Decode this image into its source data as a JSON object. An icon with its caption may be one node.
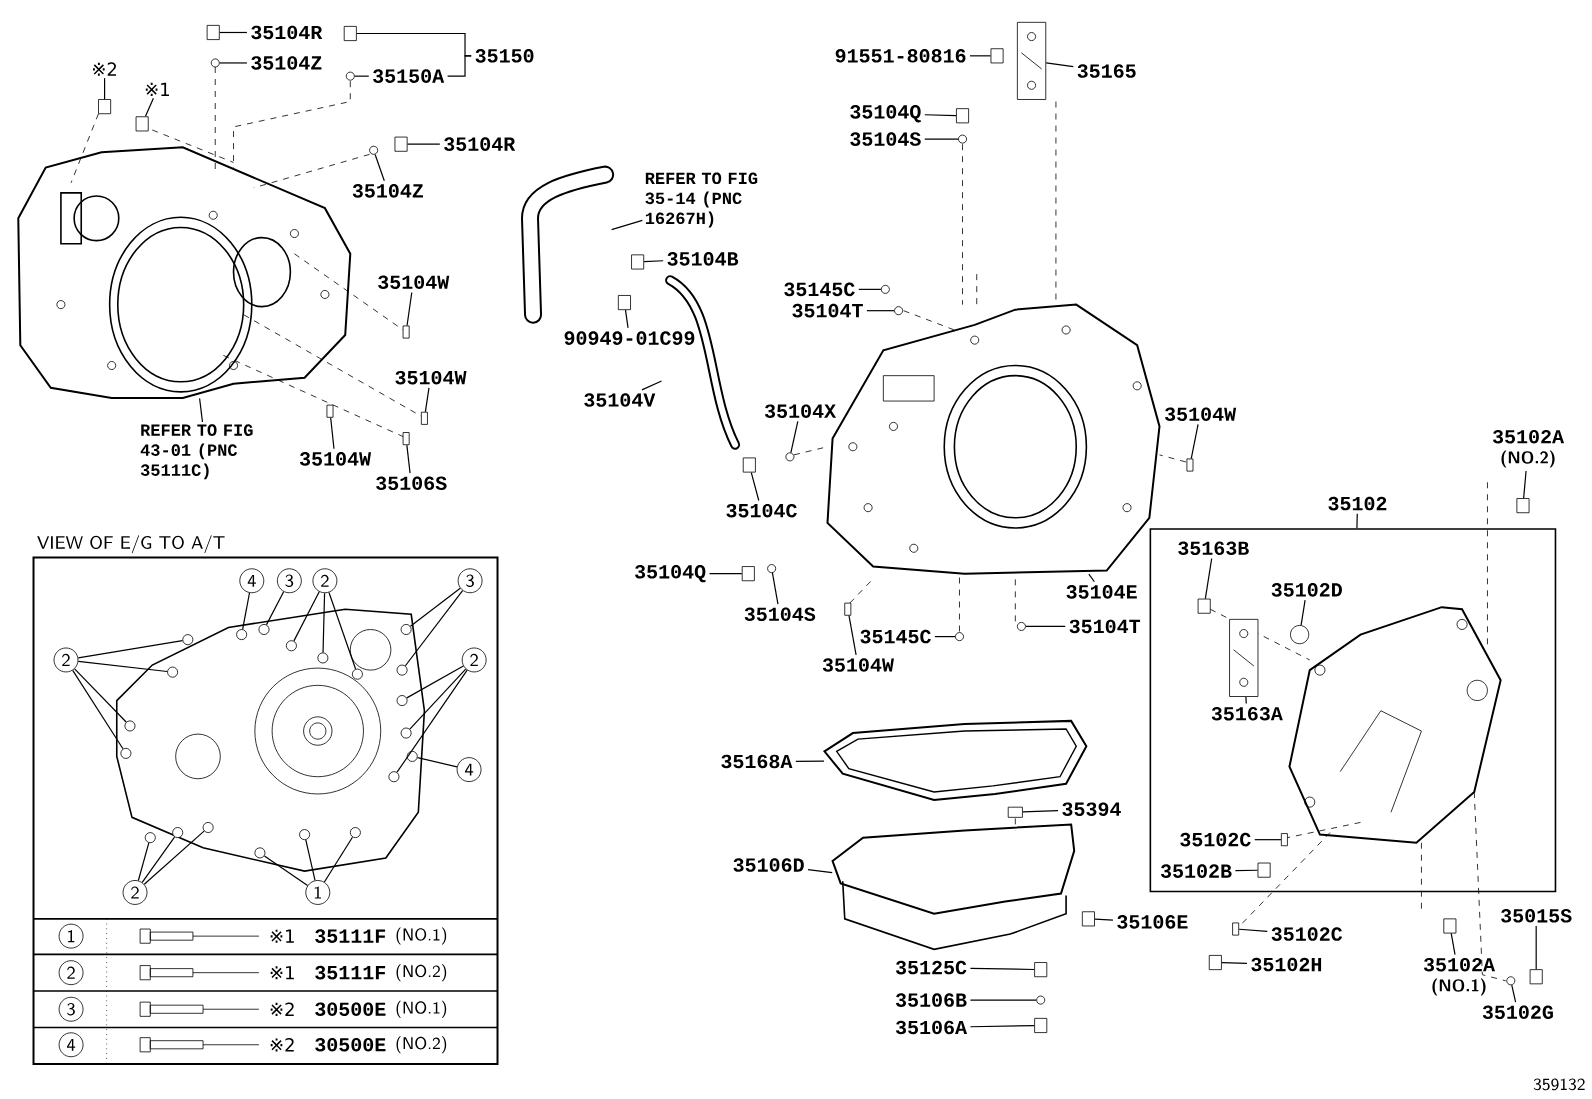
{
  "diagram": {
    "nodes": [
      {
        "text": [
          "※2"
        ]
      },
      {
        "text": [
          "※1"
        ]
      },
      {
        "text": [
          "35104R"
        ]
      },
      {
        "text": [
          "35104Z"
        ]
      },
      {
        "text": [
          "35150"
        ]
      },
      {
        "text": [
          "35150A"
        ]
      },
      {
        "text": [
          "35104R"
        ]
      },
      {
        "text": [
          "35104Z"
        ]
      },
      {
        "text": [
          "35104W"
        ]
      },
      {
        "text": [
          "35104W"
        ]
      },
      {
        "text": [
          "35104W"
        ]
      },
      {
        "text": [
          "35106S"
        ]
      },
      {
        "text": [
          "REFER TO FIG 43-01 (PNC 35111C)"
        ]
      },
      {
        "text": [
          "REFER TO FIG 35-14 (PNC 16267H)"
        ]
      },
      {
        "text": [
          "35104B"
        ]
      },
      {
        "text": [
          "90949-01C99"
        ]
      },
      {
        "text": [
          "35104V"
        ]
      },
      {
        "text": [
          "91551-80816"
        ]
      },
      {
        "text": [
          "35165"
        ]
      },
      {
        "text": [
          "35104Q"
        ]
      },
      {
        "text": [
          "35104S"
        ]
      },
      {
        "text": [
          "35145C"
        ]
      },
      {
        "text": [
          "35104T"
        ]
      },
      {
        "text": [
          "35104X"
        ]
      },
      {
        "text": [
          "35104C"
        ]
      },
      {
        "text": [
          "35104W"
        ]
      },
      {
        "text": [
          "35102A",
          "(NO.2)"
        ]
      },
      {
        "text": [
          "35102"
        ]
      },
      {
        "text": [
          "35104Q"
        ]
      },
      {
        "text": [
          "35104S"
        ]
      },
      {
        "text": [
          "35104E"
        ]
      },
      {
        "text": [
          "35145C"
        ]
      },
      {
        "text": [
          "35104W"
        ]
      },
      {
        "text": [
          "35104T"
        ]
      },
      {
        "text": [
          "35163B"
        ],
        "in": 87
      },
      {
        "text": [
          "35102D"
        ],
        "in": 87
      },
      {
        "text": [
          "35163A"
        ],
        "in": 87
      },
      {
        "text": [
          "35168A"
        ]
      },
      {
        "text": [
          "35394"
        ]
      },
      {
        "text": [
          "35106D"
        ]
      },
      {
        "text": [
          "35106E"
        ]
      },
      {
        "text": [
          "35125C"
        ]
      },
      {
        "text": [
          "35106B"
        ]
      },
      {
        "text": [
          "35106A"
        ]
      },
      {
        "text": [
          "35102C"
        ],
        "in": 87
      },
      {
        "text": [
          "35102B"
        ],
        "in": 87
      },
      {
        "text": [
          "35102C"
        ]
      },
      {
        "text": [
          "35102H"
        ]
      },
      {
        "text": [
          "35102A",
          "(NO.1)"
        ]
      },
      {
        "text": [
          "35015S"
        ]
      },
      {
        "text": [
          "35102G"
        ]
      },
      {
        "text": [
          "4"
        ]
      },
      {
        "text": [
          "3"
        ]
      },
      {
        "text": [
          "2"
        ]
      },
      {
        "text": [
          "3"
        ]
      },
      {
        "text": [
          "2"
        ]
      },
      {
        "text": [
          "2"
        ]
      },
      {
        "text": [
          "4"
        ]
      },
      {
        "text": [
          "2"
        ]
      },
      {
        "text": [
          "1"
        ]
      },
      {
        "text": [],
        "shape": "box"
      },
      {
        "text": [],
        "shape": "box"
      },
      {
        "text": [],
        "shape": "box"
      },
      {
        "text": [],
        "shape": "circle"
      },
      {
        "text": [],
        "shape": "box"
      },
      {
        "text": [],
        "shape": "circle"
      },
      {
        "text": [],
        "shape": "box"
      },
      {
        "text": [],
        "shape": "circle"
      },
      {
        "text": [],
        "shape": "box"
      },
      {
        "text": [],
        "shape": "box"
      },
      {
        "text": [],
        "shape": "box"
      },
      {
        "text": [],
        "shape": "box"
      },
      {
        "text": [],
        "shape": "picture"
      },
      {
        "text": [],
        "shape": "picture"
      },
      {
        "text": [],
        "shape": "box"
      },
      {
        "text": [],
        "shape": "box"
      },
      {
        "text": [],
        "shape": "picture"
      },
      {
        "text": [],
        "shape": "box"
      },
      {
        "text": [],
        "shape": "picture"
      },
      {
        "text": [],
        "shape": "box"
      },
      {
        "text": [],
        "shape": "circle"
      },
      {
        "text": [],
        "shape": "circle"
      },
      {
        "text": [],
        "shape": "circle"
      },
      {
        "text": [],
        "shape": "circle"
      },
      {
        "text": [],
        "shape": "box"
      },
      {
        "text": [],
        "shape": "box"
      },
      {
        "text": [],
        "shape": "box"
      },
      {
        "text": [],
        "shape": "box"
      },
      {
        "text": [],
        "shape": "picture"
      },
      {
        "text": [],
        "shape": "box"
      },
      {
        "text": [],
        "shape": "circle"
      },
      {
        "text": [],
        "shape": "circle"
      },
      {
        "text": [],
        "shape": "box"
      },
      {
        "text": [],
        "shape": "circle"
      },
      {
        "text": [],
        "shape": "box",
        "in": 87
      },
      {
        "text": [],
        "shape": "circle",
        "in": 87
      },
      {
        "text": [],
        "shape": "picture",
        "in": 87
      },
      {
        "text": [],
        "shape": "picture"
      },
      {
        "text": [],
        "shape": "box"
      },
      {
        "text": [],
        "shape": "picture"
      },
      {
        "text": [],
        "shape": "box"
      },
      {
        "text": [],
        "shape": "box"
      },
      {
        "text": [],
        "shape": "circle"
      },
      {
        "text": [],
        "shape": "box"
      },
      {
        "text": [],
        "shape": "box",
        "in": 87
      },
      {
        "text": [],
        "shape": "box",
        "in": 87
      },
      {
        "text": [],
        "shape": "box"
      },
      {
        "text": [],
        "shape": "box"
      },
      {
        "text": [],
        "shape": "box"
      },
      {
        "text": [],
        "shape": "box"
      },
      {
        "text": [],
        "shape": "circle"
      },
      {
        "text": [],
        "shape": "picture"
      },
      {
        "text": [],
        "shape": "circle",
        "in": 111
      },
      {
        "text": [],
        "shape": "circle",
        "in": 111
      },
      {
        "text": [],
        "shape": "circle",
        "in": 111
      },
      {
        "text": [],
        "shape": "circle",
        "in": 111
      },
      {
        "text": [],
        "shape": "circle",
        "in": 111
      },
      {
        "text": [],
        "shape": "circle",
        "in": 111
      },
      {
        "text": [],
        "shape": "circle",
        "in": 111
      },
      {
        "text": [],
        "shape": "circle",
        "in": 111
      },
      {
        "text": [],
        "shape": "circle",
        "in": 111
      },
      {
        "text": [],
        "shape": "circle",
        "in": 111
      },
      {
        "text": [],
        "shape": "circle",
        "in": 111
      },
      {
        "text": [],
        "shape": "circle",
        "in": 111
      },
      {
        "text": [],
        "shape": "circle",
        "in": 111
      },
      {
        "text": [],
        "shape": "circle",
        "in": 111
      },
      {
        "text": [],
        "shape": "circle",
        "in": 111
      },
      {
        "text": [],
        "shape": "circle",
        "in": 111
      },
      {
        "text": [],
        "shape": "circle",
        "in": 111
      },
      {
        "text": [],
        "shape": "circle",
        "in": 111
      },
      {
        "text": [],
        "shape": "circle",
        "in": 111
      },
      {
        "text": [],
        "shape": "circle",
        "in": 111
      },
      {
        "text": [],
        "shape": "circle",
        "in": 111
      }
    ],
    "edges": [
      {
        "from": 0,
        "to": 60,
        "arrow": "none"
      },
      {
        "from": 1,
        "to": 61,
        "arrow": "none"
      },
      {
        "from": 2,
        "to": 62,
        "arrow": "none"
      },
      {
        "from": 3,
        "to": 63,
        "arrow": "none"
      },
      {
        "from": 4,
        "to": 64,
        "arrow": "none"
      },
      {
        "from": 4,
        "to": 5,
        "arrow": "none"
      },
      {
        "from": 5,
        "to": 65,
        "arrow": "none"
      },
      {
        "from": 6,
        "to": 66,
        "arrow": "none"
      },
      {
        "from": 7,
        "to": 67,
        "arrow": "none"
      },
      {
        "from": 8,
        "to": 68,
        "arrow": "none"
      },
      {
        "from": 9,
        "to": 69,
        "arrow": "none"
      },
      {
        "from": 10,
        "to": 70,
        "arrow": "none"
      },
      {
        "from": 11,
        "to": 71,
        "arrow": "none"
      },
      {
        "from": 12,
        "to": 72,
        "arrow": "none"
      },
      {
        "from": 13,
        "to": 73,
        "arrow": "none"
      },
      {
        "from": 14,
        "to": 74,
        "arrow": "none"
      },
      {
        "from": 15,
        "to": 75,
        "arrow": "none"
      },
      {
        "from": 16,
        "to": 76,
        "arrow": "none"
      },
      {
        "from": 17,
        "to": 77,
        "arrow": "none"
      },
      {
        "from": 18,
        "to": 78,
        "arrow": "none"
      },
      {
        "from": 19,
        "to": 79,
        "arrow": "none"
      },
      {
        "from": 20,
        "to": 80,
        "arrow": "none"
      },
      {
        "from": 21,
        "to": 81,
        "arrow": "none"
      },
      {
        "from": 22,
        "to": 82,
        "arrow": "none"
      },
      {
        "from": 23,
        "to": 83,
        "arrow": "none"
      },
      {
        "from": 24,
        "to": 84,
        "arrow": "none"
      },
      {
        "from": 25,
        "to": 85,
        "arrow": "none"
      },
      {
        "from": 26,
        "to": 86,
        "arrow": "none"
      },
      {
        "from": 27,
        "to": 87,
        "arrow": "none"
      },
      {
        "from": 28,
        "to": 89,
        "arrow": "none"
      },
      {
        "from": 29,
        "to": 90,
        "arrow": "none"
      },
      {
        "from": 30,
        "to": 88,
        "arrow": "none"
      },
      {
        "from": 31,
        "to": 91,
        "arrow": "none"
      },
      {
        "from": 32,
        "to": 92,
        "arrow": "none"
      },
      {
        "from": 33,
        "to": 93,
        "arrow": "none"
      },
      {
        "from": 34,
        "to": 94,
        "arrow": "none"
      },
      {
        "from": 35,
        "to": 95,
        "arrow": "none"
      },
      {
        "from": 36,
        "to": 96,
        "arrow": "none"
      },
      {
        "from": 37,
        "to": 97,
        "arrow": "none"
      },
      {
        "from": 38,
        "to": 98,
        "arrow": "none"
      },
      {
        "from": 39,
        "to": 99,
        "arrow": "none"
      },
      {
        "from": 40,
        "to": 100,
        "arrow": "none"
      },
      {
        "from": 41,
        "to": 101,
        "arrow": "none"
      },
      {
        "from": 42,
        "to": 102,
        "arrow": "none"
      },
      {
        "from": 43,
        "to": 103,
        "arrow": "none"
      },
      {
        "from": 44,
        "to": 104,
        "arrow": "none"
      },
      {
        "from": 45,
        "to": 105,
        "arrow": "none"
      },
      {
        "from": 46,
        "to": 106,
        "arrow": "none"
      },
      {
        "from": 47,
        "to": 107,
        "arrow": "none"
      },
      {
        "from": 48,
        "to": 108,
        "arrow": "none"
      },
      {
        "from": 49,
        "to": 109,
        "arrow": "none"
      },
      {
        "from": 50,
        "to": 110,
        "arrow": "none"
      },
      {
        "from": 51,
        "to": 112,
        "arrow": "none"
      },
      {
        "from": 52,
        "to": 113,
        "arrow": "none"
      },
      {
        "from": 53,
        "to": 114,
        "arrow": "none"
      },
      {
        "from": 53,
        "to": 115,
        "arrow": "none"
      },
      {
        "from": 53,
        "to": 116,
        "arrow": "none"
      },
      {
        "from": 54,
        "to": 117,
        "arrow": "none"
      },
      {
        "from": 54,
        "to": 118,
        "arrow": "none"
      },
      {
        "from": 55,
        "to": 119,
        "arrow": "none"
      },
      {
        "from": 55,
        "to": 120,
        "arrow": "none"
      },
      {
        "from": 55,
        "to": 121,
        "arrow": "none"
      },
      {
        "from": 55,
        "to": 122,
        "arrow": "none"
      },
      {
        "from": 56,
        "to": 123,
        "arrow": "none"
      },
      {
        "from": 56,
        "to": 124,
        "arrow": "none"
      },
      {
        "from": 56,
        "to": 125,
        "arrow": "none"
      },
      {
        "from": 57,
        "to": 126,
        "arrow": "none"
      },
      {
        "from": 58,
        "to": 127,
        "arrow": "none"
      },
      {
        "from": 58,
        "to": 128,
        "arrow": "none"
      },
      {
        "from": 58,
        "to": 129,
        "arrow": "none"
      },
      {
        "from": 59,
        "to": 130,
        "arrow": "none"
      },
      {
        "from": 59,
        "to": 131,
        "arrow": "none"
      },
      {
        "from": 59,
        "to": 132,
        "arrow": "none"
      }
    ],
    "labels": [
      "VIEW OF E/G TO A/T",
      "1",
      "※1",
      "35111F",
      "(NO.1)",
      "2",
      "※1",
      "35111F",
      "(NO.2)",
      "3",
      "※2",
      "30500E",
      "(NO.1)",
      "4",
      "※2",
      "30500E",
      "(NO.2)",
      "359132"
    ]
  }
}
